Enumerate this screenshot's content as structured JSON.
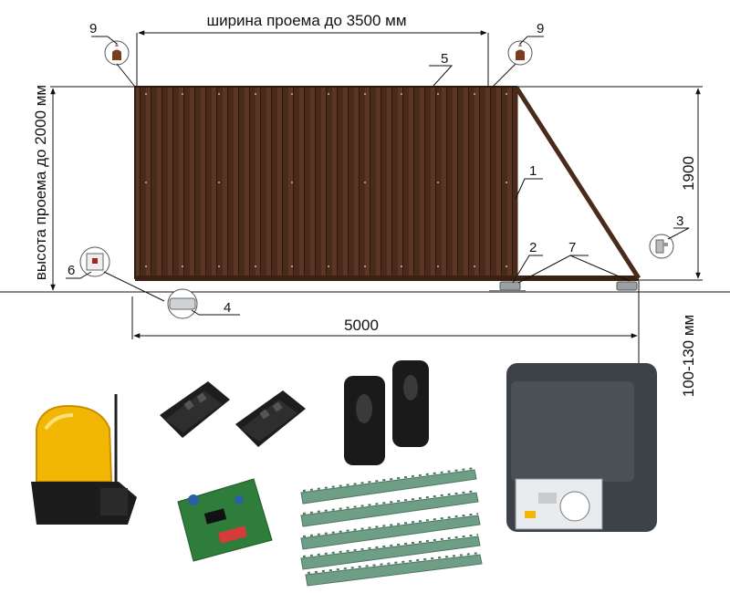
{
  "dimensions": {
    "opening_width": "ширина проема до 3500 мм",
    "opening_height": "высота проема до 2000 мм",
    "gate_length": "5000",
    "gate_height": "1900",
    "ground_clearance": "100-130 мм"
  },
  "callouts": [
    "1",
    "2",
    "3",
    "4",
    "5",
    "6",
    "7",
    "9",
    "9"
  ],
  "components": [
    {
      "icon": "signal-lamp-icon"
    },
    {
      "icon": "remote-control-icon"
    },
    {
      "icon": "remote-control-icon"
    },
    {
      "icon": "receiver-board-icon"
    },
    {
      "icon": "photocell-icon"
    },
    {
      "icon": "photocell-icon"
    },
    {
      "icon": "gear-rack-icon"
    },
    {
      "icon": "gate-motor-icon"
    }
  ],
  "colors": {
    "gate": "#4a2a1a",
    "gate_stripe": "#5c3624",
    "lamp": "#f2b705",
    "rack": "#6f9e87",
    "motor": "#3d4248",
    "board": "#2f7d3a"
  }
}
